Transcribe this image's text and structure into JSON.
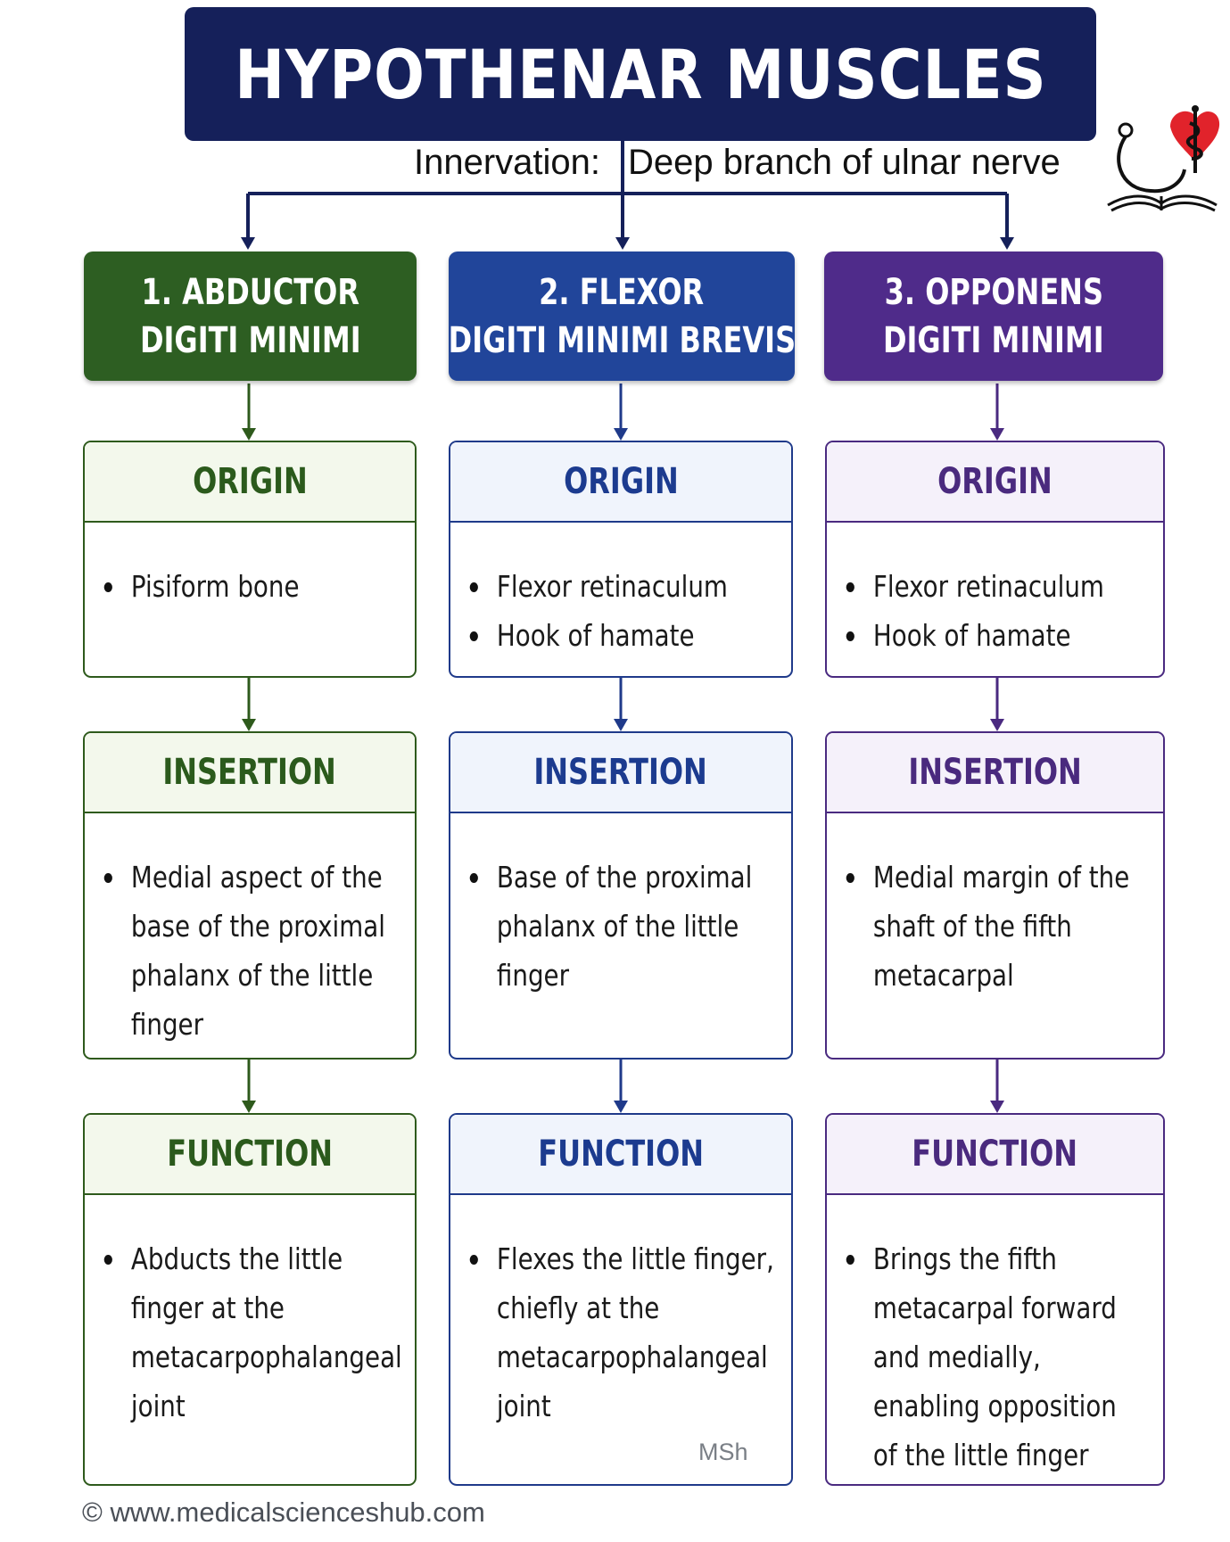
{
  "title": "HYPOTHENAR MUSCLES",
  "innervation": {
    "label": "Innervation:",
    "value": "Deep branch of ulnar nerve"
  },
  "colors": {
    "title_bg": "#15205a",
    "green": "#2e5a1c",
    "blue": "#1f3a8a",
    "purple": "#4a2a80"
  },
  "muscles": [
    {
      "color": "green",
      "name_line1": "1. ABDUCTOR",
      "name_line2": "DIGITI MINIMI",
      "origin_title": "ORIGIN",
      "origin": [
        "Pisiform bone"
      ],
      "insertion_title": "INSERTION",
      "insertion": [
        "Medial aspect of the",
        "base of the proximal",
        "phalanx of the little",
        "finger"
      ],
      "function_title": "FUNCTION",
      "function": [
        "Abducts the little",
        "finger at the",
        "metacarpophalangeal",
        "joint"
      ]
    },
    {
      "color": "blue",
      "name_line1": "2. FLEXOR",
      "name_line2": "DIGITI MINIMI BREVIS",
      "origin_title": "ORIGIN",
      "origin": [
        "Flexor retinaculum",
        "Hook of hamate"
      ],
      "insertion_title": "INSERTION",
      "insertion": [
        "Base of the proximal",
        "phalanx of the little",
        "finger"
      ],
      "function_title": "FUNCTION",
      "function": [
        "Flexes the little finger,",
        "chiefly at the",
        "metacarpophalangeal",
        "joint"
      ]
    },
    {
      "color": "purple",
      "name_line1": "3. OPPONENS",
      "name_line2": "DIGITI MINIMI",
      "origin_title": "ORIGIN",
      "origin": [
        "Flexor retinaculum",
        "Hook of hamate"
      ],
      "insertion_title": "INSERTION",
      "insertion": [
        "Medial margin of the",
        "shaft of the fifth",
        "metacarpal"
      ],
      "function_title": "FUNCTION",
      "function": [
        "Brings the fifth",
        "metacarpal forward",
        "and medially,",
        "enabling opposition",
        "of the little finger"
      ]
    }
  ],
  "watermark": "MSh",
  "copyright": "© www.medicalscienceshub.com",
  "logo_icon": "stethoscope-heart-book-icon"
}
